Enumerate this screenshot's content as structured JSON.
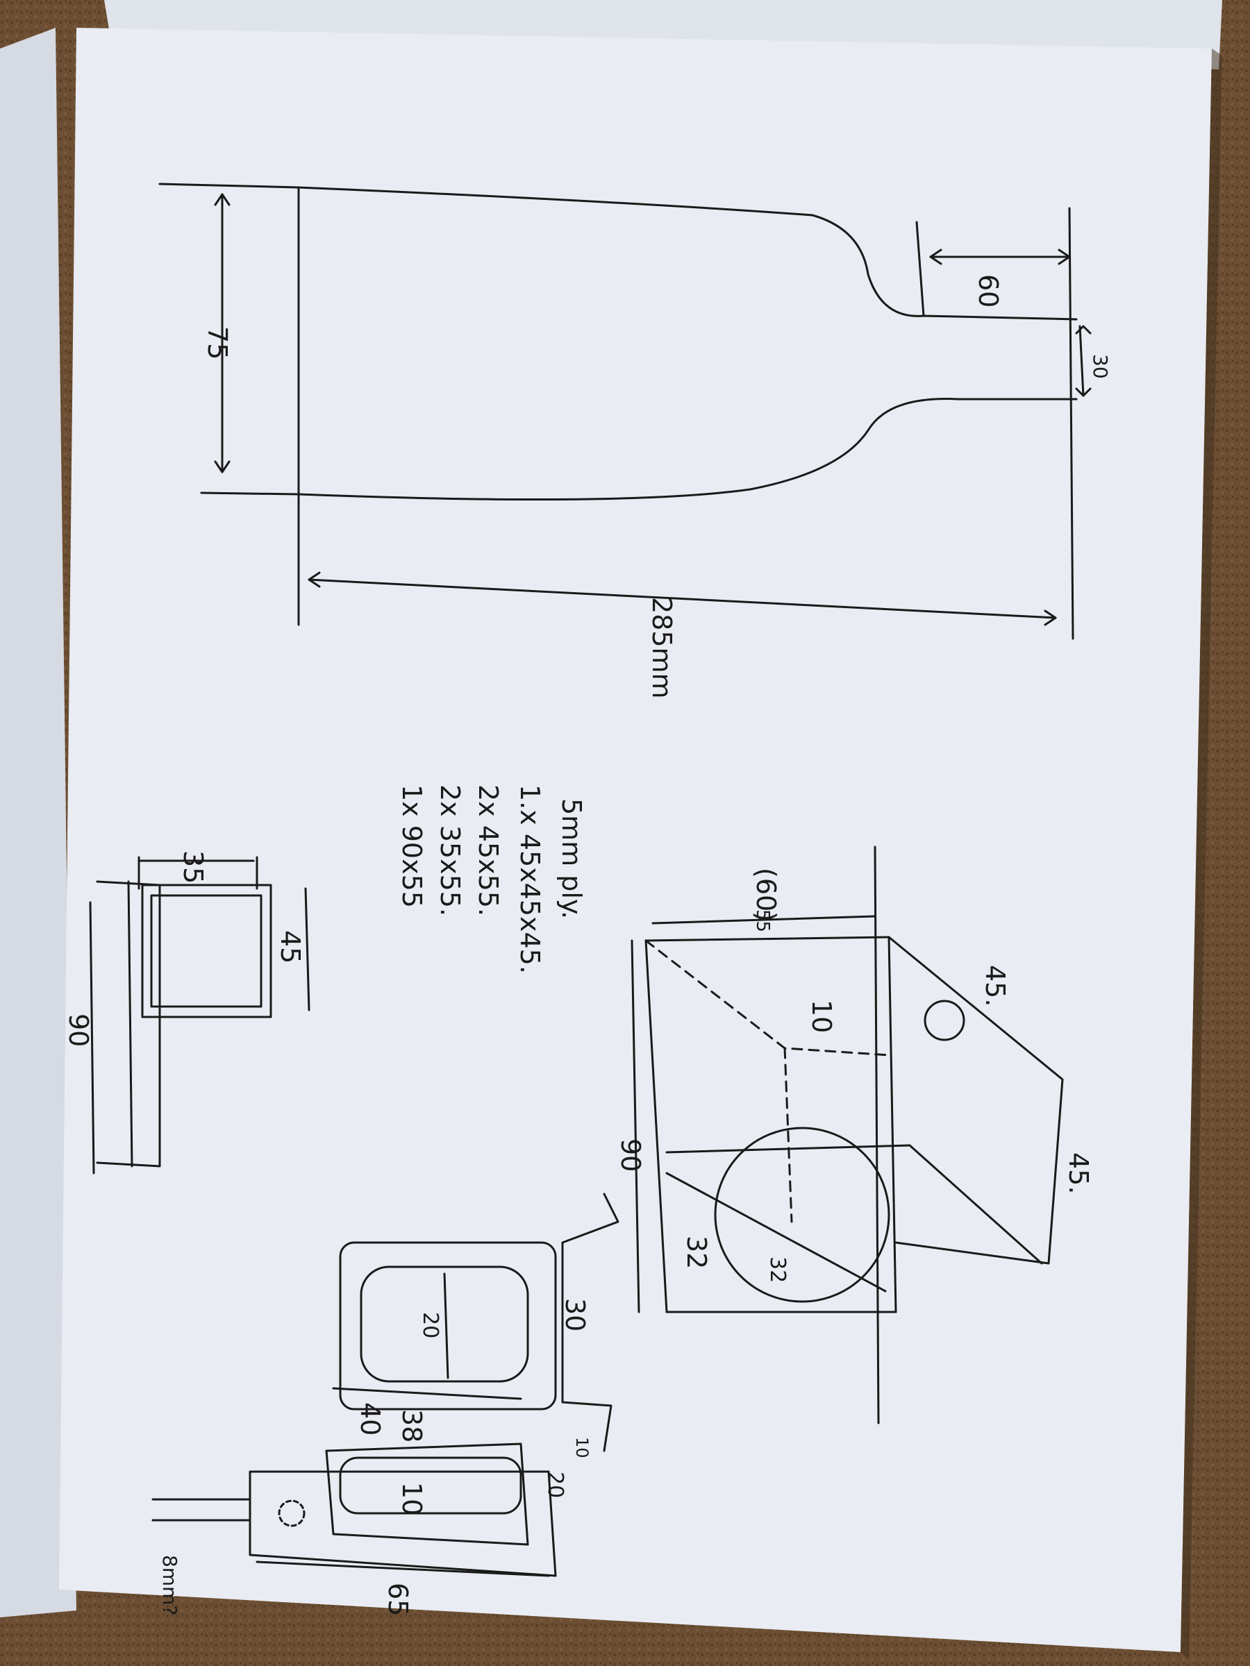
{
  "photo": {
    "background_color": "#6b4e33",
    "paper_color": "#e9ecf2",
    "ink_color": "#1a1a1a"
  },
  "sketch_labels": {
    "top_depth": "60",
    "neck_width": "30",
    "body_width": "75",
    "total_length": "285mm",
    "box_front": "(60)",
    "box_front_sub": "55",
    "box_top_a": "45.",
    "box_top_b": "45.",
    "box_side_length": "90",
    "hole_number": "10",
    "circle_number": "32",
    "circle_diameter_label": "32",
    "slot_width": "20",
    "side_depth": "30",
    "small_a": "38",
    "small_b": "40",
    "small_c": "10",
    "small_d": "20",
    "small_e": "65",
    "small_f": "8mm?",
    "small_g": "10",
    "cross_width": "35",
    "cross_height": "45",
    "cross_length": "90",
    "ply_header": "5mm ply.",
    "cut_list": [
      "1.x 45x45x45.",
      "2x 45x55.",
      "2x 35x55.",
      "1x 90x55"
    ]
  }
}
